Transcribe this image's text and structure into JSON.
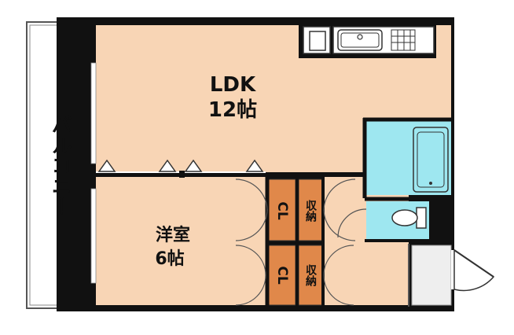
{
  "rooms": {
    "ldk_name": "LDK",
    "ldk_size": "12帖",
    "western_name": "洋室",
    "western_size": "6帖",
    "balcony": "バルコニー",
    "closet_upper": "CL",
    "closet_lower": "CL",
    "storage_upper": "収納",
    "storage_lower": "収納"
  },
  "colors": {
    "floor": "#f8d5b5",
    "wall": "#111111",
    "wet_area": "#9ee7f0",
    "closet": "#e0884a",
    "entry_floor": "#eeeeee",
    "balcony": "#ffffff"
  }
}
